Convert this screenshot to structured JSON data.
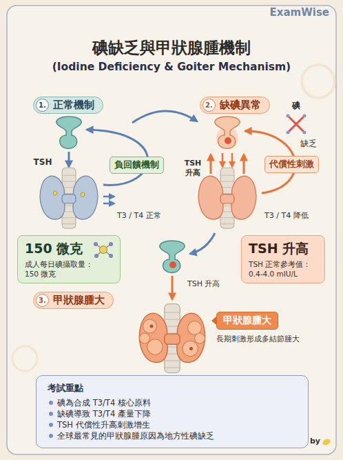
{
  "diagram": {
    "title": "碘缺乏與甲狀腺腫機制",
    "nodes": [
      {
        "text": [
          "1.",
          "正常機制"
        ]
      },
      {
        "text": [
          "2.",
          "缺碘異常"
        ]
      },
      {
        "text": [
          "負回饋機制"
        ]
      },
      {
        "text": [
          "代償性刺激"
        ]
      },
      {
        "text": [
          "150 微克",
          "成人每日碘攝取量：150 微克"
        ]
      },
      {
        "text": [
          "TSH 升高",
          "TSH 正常參考值：0.4-4.0 mIU/L"
        ]
      },
      {
        "text": [
          "3.",
          "甲狀腺腫大"
        ]
      },
      {
        "text": [
          "甲狀腺腫大",
          "長期刺激形成多結節腫大"
        ]
      },
      {
        "text": [
          "考試重點",
          "碘為合成 T3/T4 核心原料",
          "缺碘導致 T3/T4 產量下降",
          "TSH 代償性升高刺激增生",
          "全球最常見的甲狀腺腫原因為地方性碘缺乏"
        ]
      }
    ],
    "labels": [
      "ExamWise",
      "(Iodine Deficiency & Goiter Mechanism)",
      "TSH",
      "T3 / T4 正常",
      "TSH 升高",
      "碘",
      "缺乏",
      "T3 / T4 降低",
      "TSH 升高",
      "by"
    ]
  }
}
